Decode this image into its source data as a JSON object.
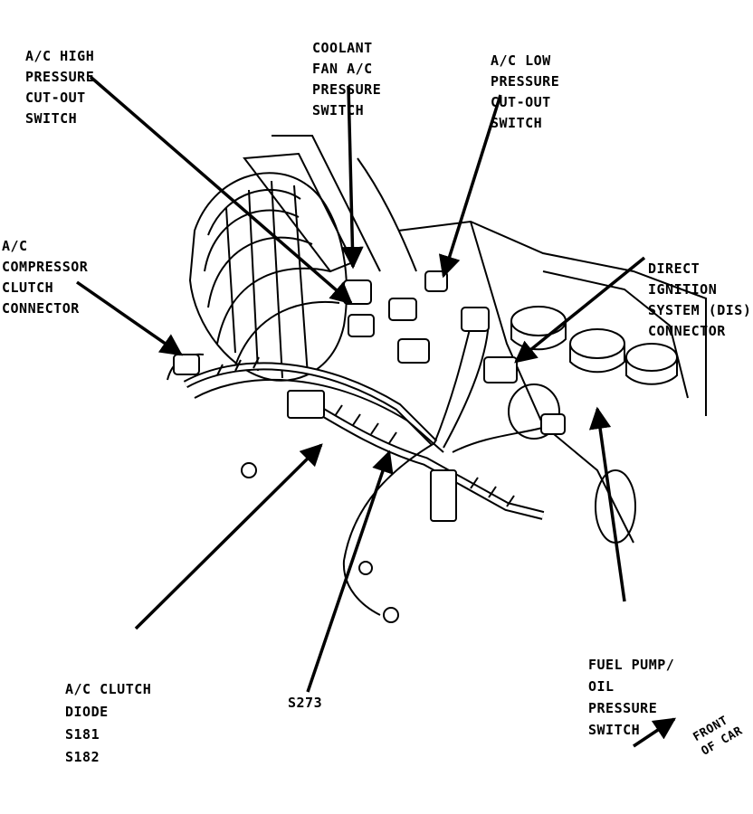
{
  "labels": {
    "ac_high": [
      "A/C HIGH",
      "PRESSURE",
      "CUT-OUT",
      "SWITCH"
    ],
    "coolant": [
      "COOLANT",
      "FAN A/C",
      "PRESSURE",
      "SWITCH"
    ],
    "ac_low": [
      "A/C LOW",
      "PRESSURE",
      "CUT-OUT",
      "SWITCH"
    ],
    "compressor": [
      "A/C",
      "COMPRESSOR",
      "CLUTCH",
      "CONNECTOR"
    ],
    "dis": [
      "DIRECT",
      "IGNITION",
      "SYSTEM (DIS)",
      "CONNECTOR"
    ],
    "diode": [
      "A/C CLUTCH",
      "DIODE",
      "S181",
      "S182"
    ],
    "s273": "S273",
    "fuel": [
      "FUEL PUMP/",
      "OIL",
      "PRESSURE",
      "SWITCH"
    ],
    "front": [
      "FRONT",
      "OF CAR"
    ]
  },
  "colors": {
    "ink": "#000000",
    "paper": "#ffffff"
  }
}
